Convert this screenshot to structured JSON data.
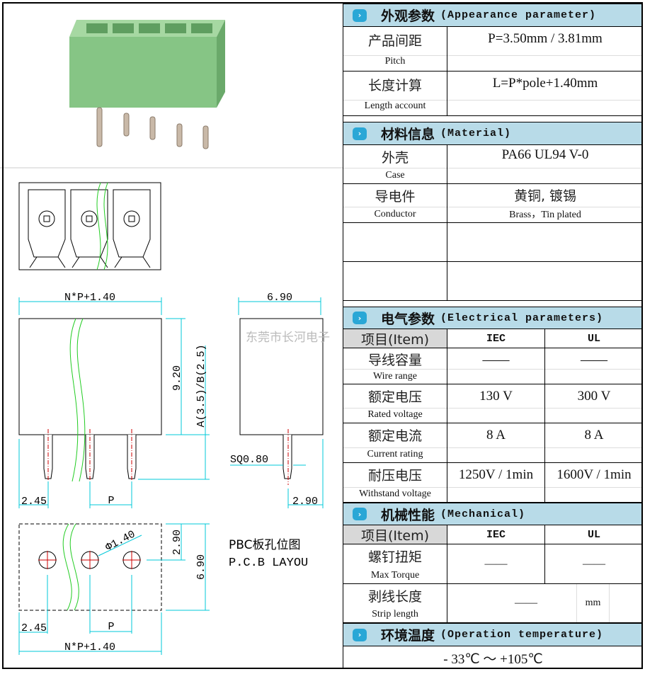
{
  "watermark": "东莞市长河电子",
  "drawing": {
    "width_dim": "N*P+1.40",
    "side_width": "6.90",
    "height_dim": "9.20",
    "pin_dim": "A(3.5)/B(2.5)",
    "pin_square": "SQ0.80",
    "pin_offset": "2.45",
    "pitch": "P",
    "side_offset": "2.90",
    "hole_dia": "Φ1.40",
    "pcb_row_offset": "2.90",
    "pcb_depth": "6.90",
    "pcb_offset": "2.45",
    "pcb_pitch": "P",
    "pcb_width": "N*P+1.40",
    "pcb_title_zh": "PBC板孔位图",
    "pcb_title_en": "P.C.B LAYOU"
  },
  "appearance": {
    "title_zh": "外观参数",
    "title_en": "(Appearance parameter)",
    "pitch": {
      "zh": "产品间距",
      "en": "Pitch",
      "value": "P=3.50mm / 3.81mm"
    },
    "length": {
      "zh": "长度计算",
      "en": "Length account",
      "value": "L=P*pole+1.40mm"
    }
  },
  "material": {
    "title_zh": "材料信息",
    "title_en": "(Material)",
    "case": {
      "zh": "外壳",
      "en": "Case",
      "value": "PA66 UL94 V-0"
    },
    "conductor": {
      "zh": "导电件",
      "en": "Conductor",
      "value_zh": "黄铜, 镀锡",
      "value_en": "Brass，Tin plated"
    }
  },
  "electrical": {
    "title_zh": "电气参数",
    "title_en": "(Electrical parameters)",
    "head": {
      "item": "项目(Item)",
      "iec": "IEC",
      "ul": "UL"
    },
    "rows": [
      {
        "zh": "导线容量",
        "en": "Wire range",
        "iec": "——",
        "ul": "——"
      },
      {
        "zh": "额定电压",
        "en": "Rated voltage",
        "iec": "130 V",
        "ul": "300 V"
      },
      {
        "zh": "额定电流",
        "en": "Current rating",
        "iec": "8  A",
        "ul": "8  A"
      },
      {
        "zh": "耐压电压",
        "en": "Withstand voltage",
        "iec": "1250V / 1min",
        "ul": "1600V / 1min"
      }
    ]
  },
  "mechanical": {
    "title_zh": "机械性能",
    "title_en": "(Mechanical)",
    "head": {
      "item": "项目(Item)",
      "iec": "IEC",
      "ul": "UL"
    },
    "torque": {
      "zh": "螺钉扭矩",
      "en": "Max Torque",
      "iec": "——",
      "ul": "——"
    },
    "strip": {
      "zh": "剥线长度",
      "en": "Strip length",
      "value": "——",
      "unit": "mm"
    }
  },
  "temperature": {
    "title_zh": "环境温度",
    "title_en": "(Operation temperature)",
    "value": "- 33℃ ～ +105℃"
  },
  "colors": {
    "section": "#b8dbe8",
    "dimension": "#00c8d8",
    "body": "#7fbf7f"
  }
}
